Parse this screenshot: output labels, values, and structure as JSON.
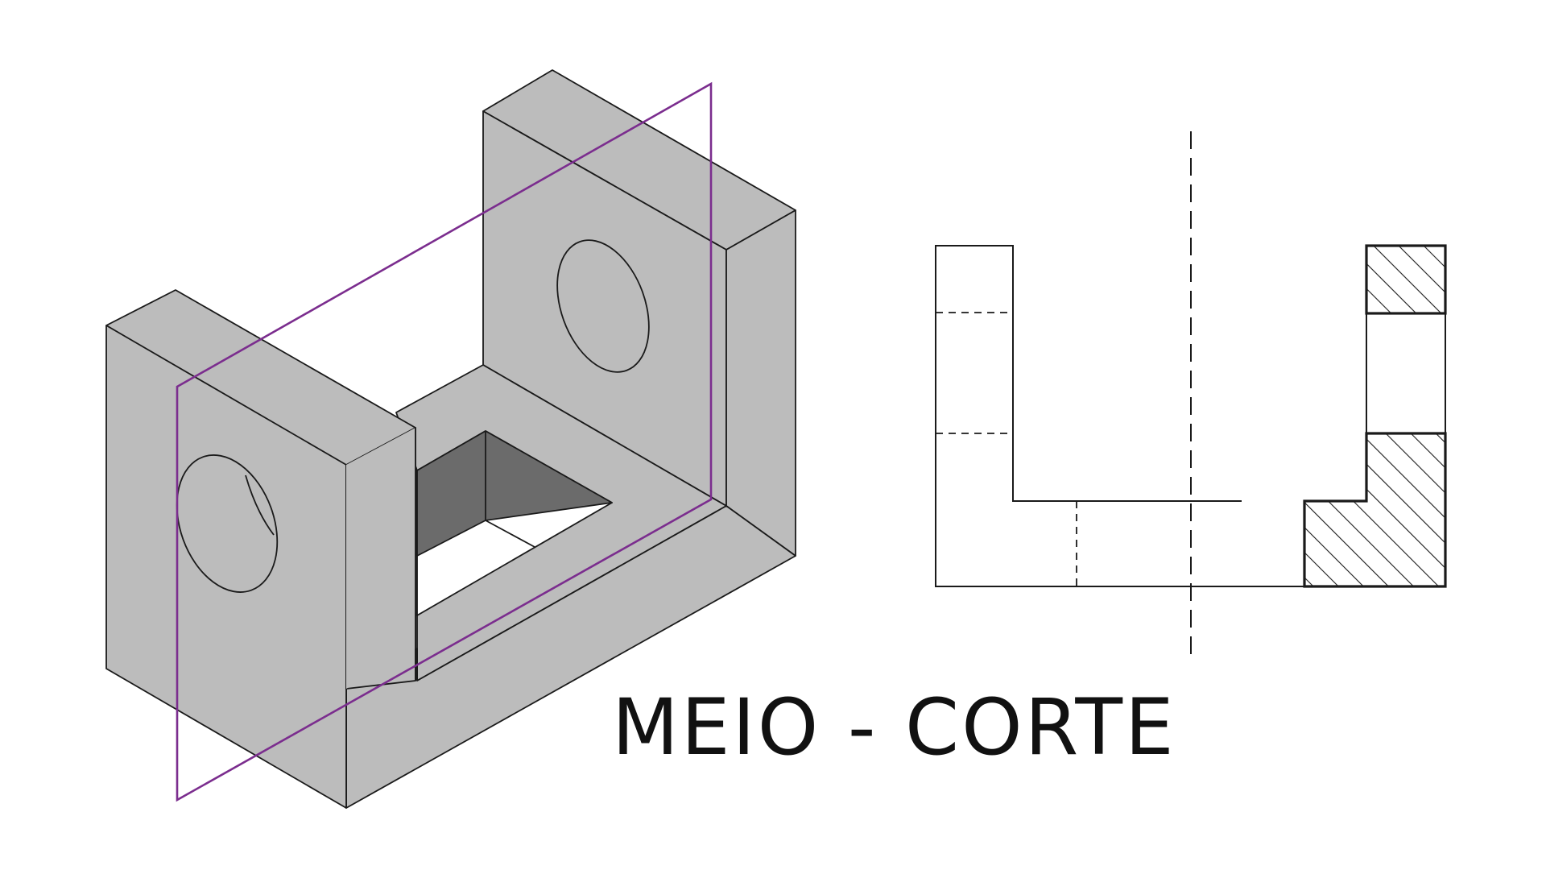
{
  "caption": "MEIO - CORTE",
  "colors": {
    "outline": "#1a1a1a",
    "face": "#bcbcbc",
    "cavity": "#6b6b6b",
    "cutting_plane": "#7b2d8e",
    "hatch": "#1a1a1a",
    "background": "#ffffff"
  },
  "figures": {
    "isometric_view": "u-shaped-block-with-holes",
    "section_view": "half-section-view",
    "cutting_plane": "cutting-plane"
  }
}
